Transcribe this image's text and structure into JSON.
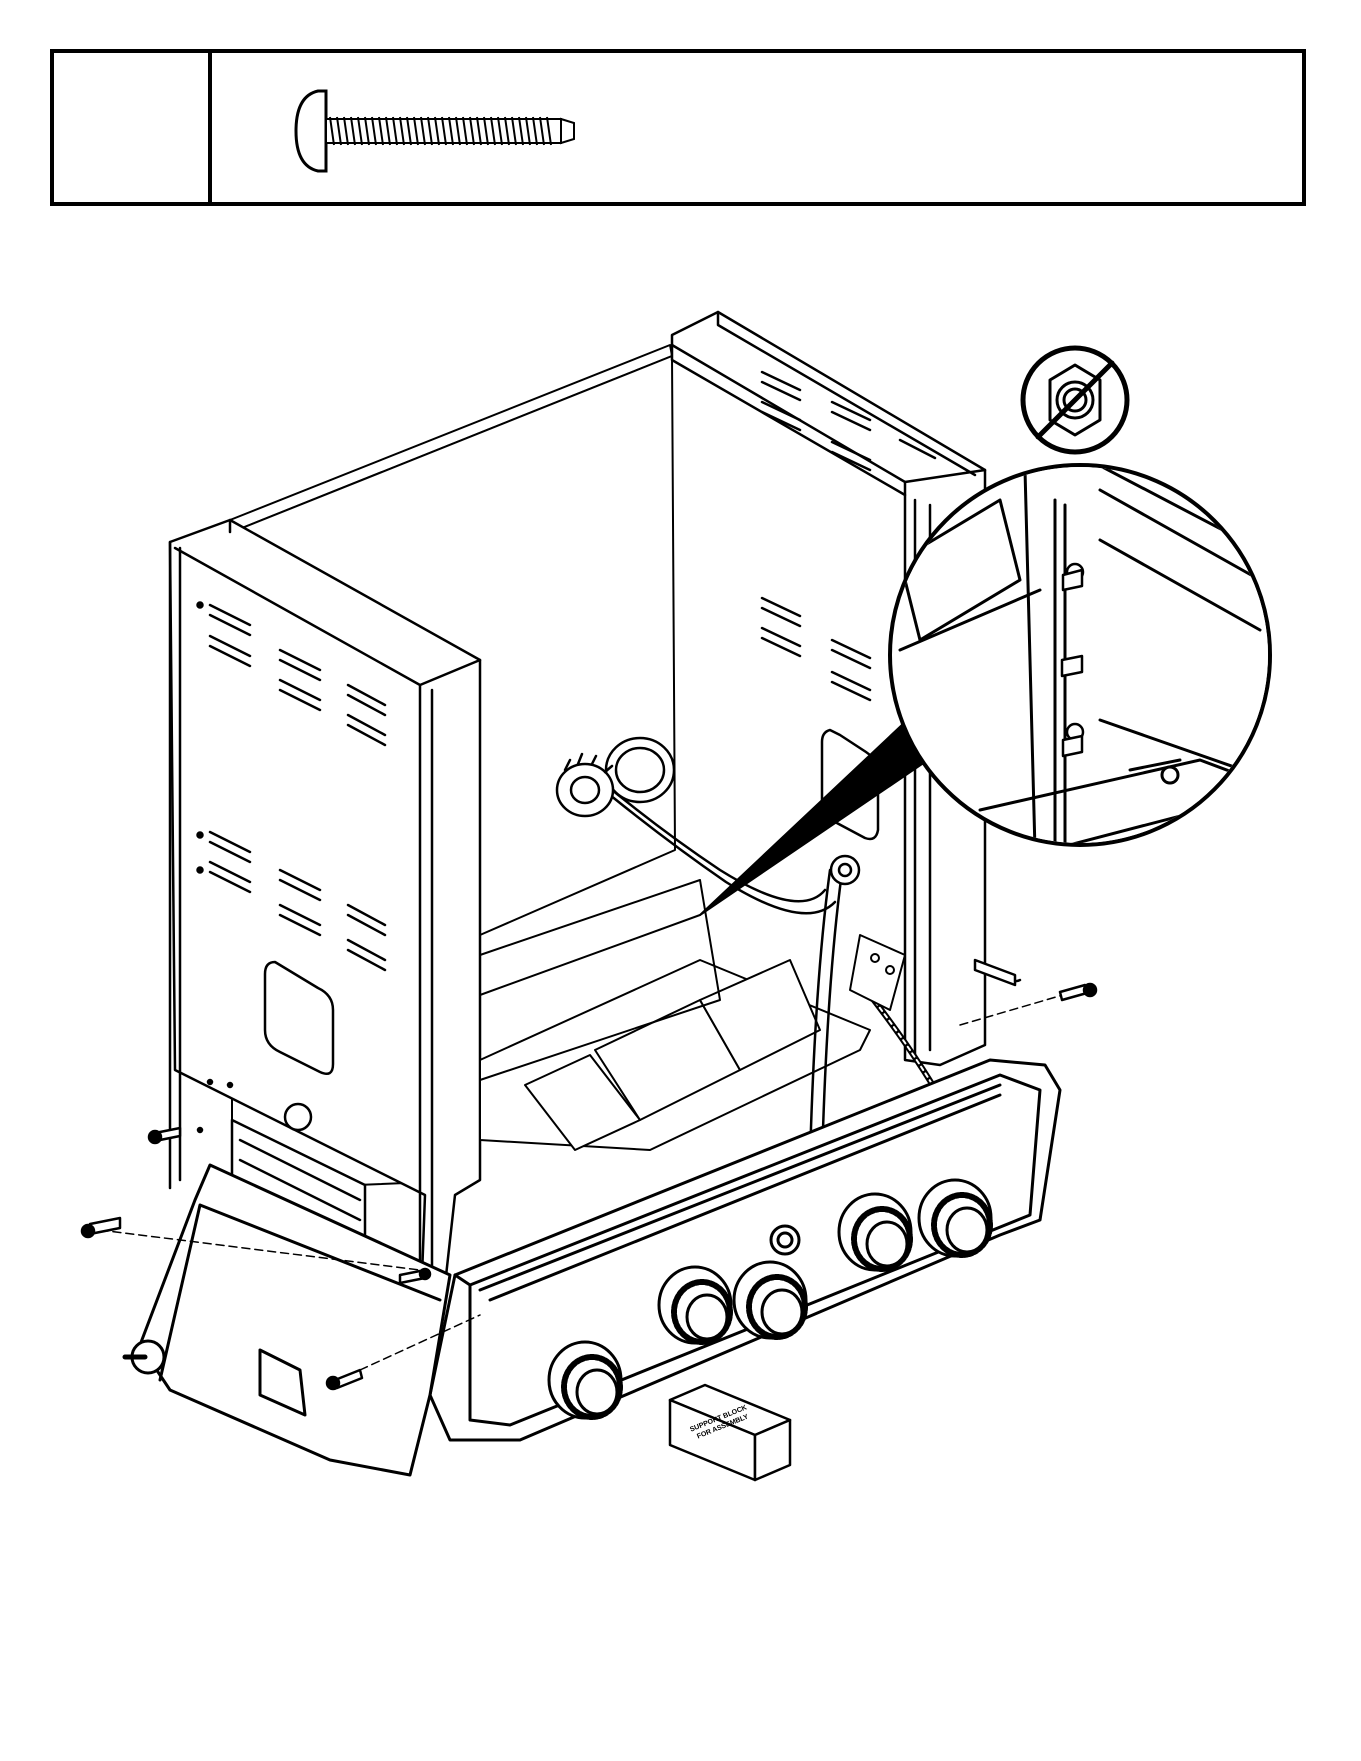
{
  "parts_box": {
    "key_label": "",
    "hardware_icon": "pan-head-screw-icon"
  },
  "diagram": {
    "subject": "grill cart frame assembly",
    "support_block_lines": [
      "SUPPORT BLOCK",
      "FOR ASSEMBLY"
    ],
    "detail_icon": "detail-magnifier-icon",
    "prohibited_icon": "no-nut-icon",
    "line_color": "#000000",
    "fill_color": "#ffffff"
  }
}
